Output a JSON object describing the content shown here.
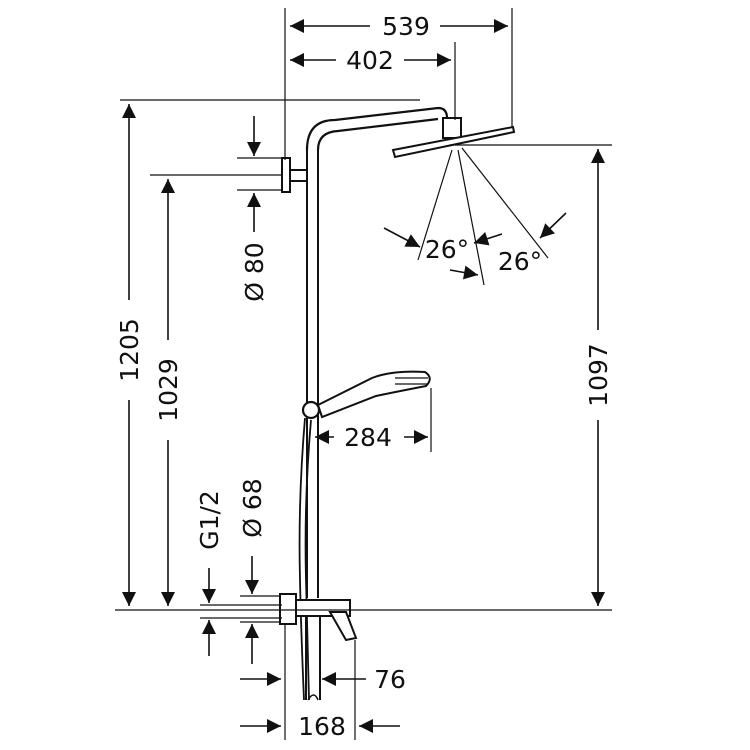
{
  "dimensions": {
    "width_overall": "539",
    "width_arm": "402",
    "height_overall": "1205",
    "height_holder": "1029",
    "height_head": "1097",
    "holder_diameter": "Ø 80",
    "spray_angle_left": "26°",
    "spray_angle_right": "26°",
    "hand_shower_length": "284",
    "thread": "G1/2",
    "mixer_diameter": "Ø 68",
    "spout_offset": "76",
    "mixer_depth": "168"
  }
}
